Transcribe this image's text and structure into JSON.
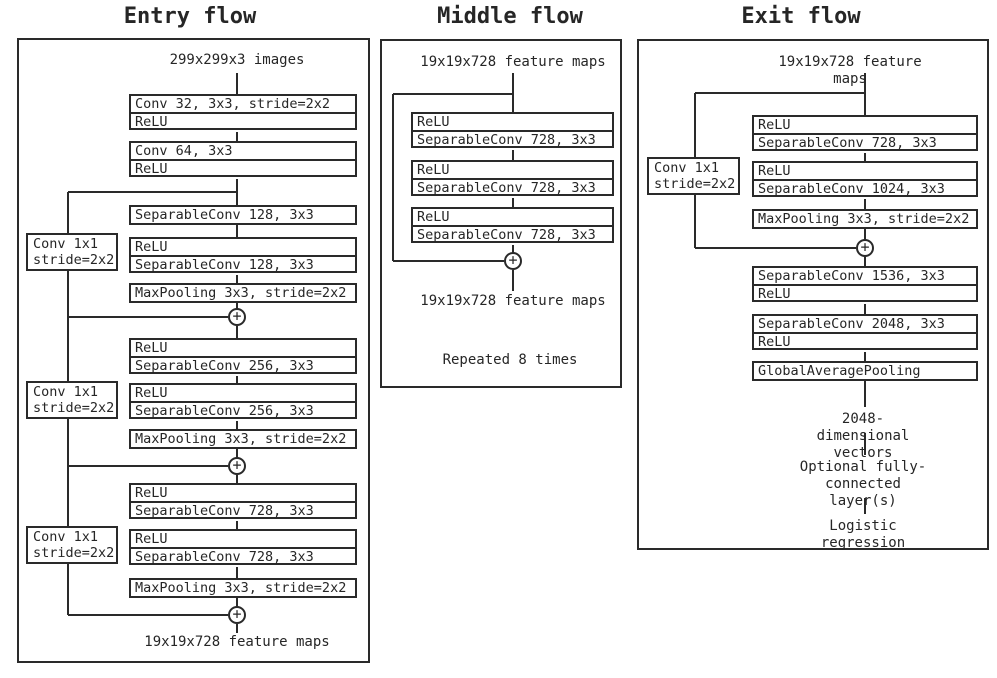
{
  "figure": {
    "plus_symbol": "+",
    "ink_color": "#262626",
    "background_color": "#ffffff"
  },
  "entry": {
    "title": "Entry flow",
    "input_label": "299x299x3 images",
    "output_label": "19x19x728 feature maps",
    "blocks": [
      {
        "rows": [
          "Conv 32, 3x3, stride=2x2",
          "ReLU"
        ]
      },
      {
        "rows": [
          "Conv 64, 3x3",
          "ReLU"
        ]
      },
      {
        "rows": [
          "SeparableConv 128, 3x3"
        ]
      },
      {
        "rows": [
          "ReLU",
          "SeparableConv 128, 3x3"
        ]
      },
      {
        "rows": [
          "MaxPooling 3x3, stride=2x2"
        ]
      },
      {
        "rows": [
          "ReLU",
          "SeparableConv 256, 3x3"
        ]
      },
      {
        "rows": [
          "ReLU",
          "SeparableConv 256, 3x3"
        ]
      },
      {
        "rows": [
          "MaxPooling 3x3, stride=2x2"
        ]
      },
      {
        "rows": [
          "ReLU",
          "SeparableConv 728, 3x3"
        ]
      },
      {
        "rows": [
          "ReLU",
          "SeparableConv 728, 3x3"
        ]
      },
      {
        "rows": [
          "MaxPooling 3x3, stride=2x2"
        ]
      }
    ],
    "skip_convs": [
      {
        "line1": "Conv 1x1",
        "line2": "stride=2x2"
      },
      {
        "line1": "Conv 1x1",
        "line2": "stride=2x2"
      },
      {
        "line1": "Conv 1x1",
        "line2": "stride=2x2"
      }
    ]
  },
  "middle": {
    "title": "Middle flow",
    "input_label": "19x19x728 feature maps",
    "output_label": "19x19x728 feature maps",
    "caption": "Repeated 8 times",
    "blocks": [
      {
        "rows": [
          "ReLU",
          "SeparableConv 728, 3x3"
        ]
      },
      {
        "rows": [
          "ReLU",
          "SeparableConv 728, 3x3"
        ]
      },
      {
        "rows": [
          "ReLU",
          "SeparableConv 728, 3x3"
        ]
      }
    ]
  },
  "exit": {
    "title": "Exit flow",
    "input_label": "19x19x728 feature maps",
    "skip_conv": {
      "line1": "Conv 1x1",
      "line2": "stride=2x2"
    },
    "blocks": [
      {
        "rows": [
          "ReLU",
          "SeparableConv 728, 3x3"
        ]
      },
      {
        "rows": [
          "ReLU",
          "SeparableConv 1024, 3x3"
        ]
      },
      {
        "rows": [
          "MaxPooling 3x3, stride=2x2"
        ]
      },
      {
        "rows": [
          "SeparableConv 1536, 3x3",
          "ReLU"
        ]
      },
      {
        "rows": [
          "SeparableConv 2048, 3x3",
          "ReLU"
        ]
      },
      {
        "rows": [
          "GlobalAveragePooling"
        ]
      }
    ],
    "tail_labels": [
      "2048-dimensional vectors",
      "Optional fully-connected\nlayer(s)",
      "Logistic regression"
    ]
  }
}
